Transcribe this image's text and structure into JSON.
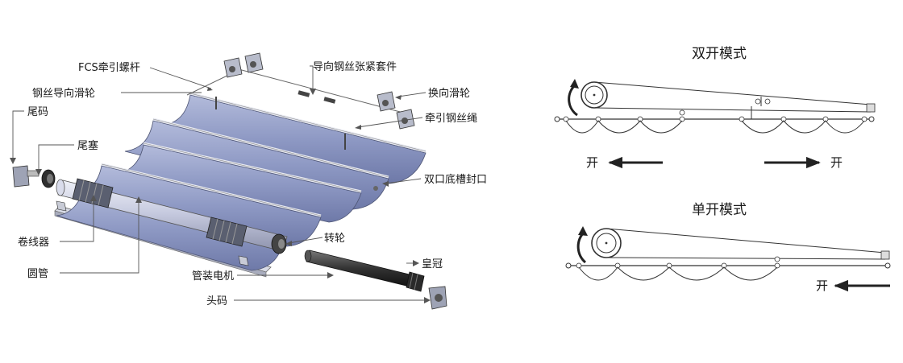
{
  "exploded_view": {
    "labels": {
      "fcs_screw": "FCS牵引螺杆",
      "guide_pulley": "钢丝导向滑轮",
      "tail_code": "尾码",
      "tail_plug": "尾塞",
      "guide_tension_kit": "导向钢丝张紧套件",
      "turn_pulley": "换向滑轮",
      "traction_wire": "牵引钢丝绳",
      "double_channel_seal": "双口底槽封口",
      "winder": "卷线器",
      "round_tube": "圆管",
      "tubular_motor": "管装电机",
      "wheel": "转轮",
      "crown": "皇冠",
      "head_code": "头码"
    }
  },
  "modes": {
    "double": {
      "title": "双开模式",
      "left_dir": "开",
      "right_dir": "开"
    },
    "single": {
      "title": "单开模式",
      "dir": "开"
    }
  },
  "colors": {
    "panel": "#8f9bc4",
    "panel_dark": "#6f7bab",
    "panel_light": "#c9cfe6",
    "line": "#333333",
    "arrow": "#2b2b2b"
  }
}
